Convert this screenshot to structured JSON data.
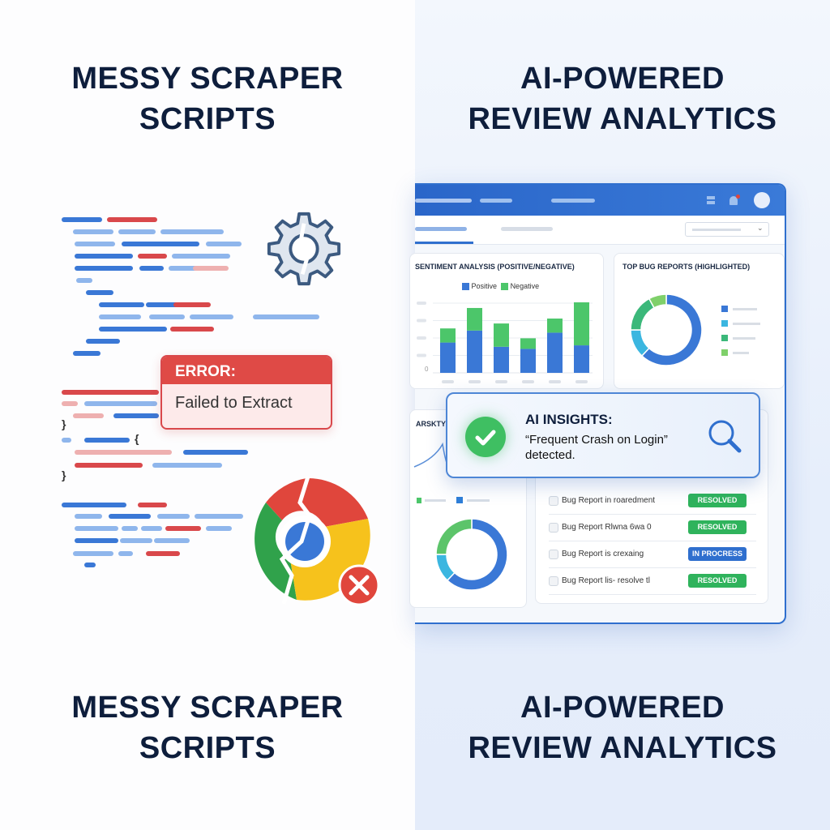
{
  "left": {
    "title_top": [
      "MESSY SCRAPER",
      "SCRIPTS"
    ],
    "title_bottom": [
      "MESSY SCRAPER",
      "SCRIPTS"
    ],
    "error": {
      "heading": "ERROR:",
      "message": "Failed to Extract"
    },
    "code_glyphs": [
      "}",
      "{",
      "}"
    ],
    "icons": [
      "gear-broken-icon",
      "broken-browser-icon",
      "error-x-icon"
    ]
  },
  "right": {
    "title_top": [
      "AI-POWERED",
      "REVIEW ANALYTICS"
    ],
    "title_bottom": [
      "AI-POWERED",
      "REVIEW ANALYTICS"
    ],
    "dashboard": {
      "sentiment": {
        "title": "SENTIMENT ANALYSIS (POSITIVE/NEGATIVE)",
        "legend": [
          "Positive",
          "Negative"
        ],
        "y_zero": "0",
        "positive": [
          43,
          60,
          37,
          34,
          57,
          39
        ],
        "negative": [
          20,
          32,
          33,
          15,
          20,
          61
        ]
      },
      "bugs": {
        "title": "TOP BUG REPORTS (HIGHLIGHTED)",
        "donut": [
          62,
          13,
          17,
          8
        ]
      },
      "partial_card_title": "ARSKTY",
      "bottom_donut": [
        62,
        13,
        25
      ],
      "list": [
        {
          "text": "Bug Report in roaredment",
          "status": "RESOLVED"
        },
        {
          "text": "Bug Report Rlwna 6wa 0",
          "status": "RESOLVED"
        },
        {
          "text": "Bug Report is crexaing",
          "status": "IN PROCRESS"
        },
        {
          "text": "Bug Report lis- resolve tl",
          "status": "RESOLVED"
        }
      ]
    },
    "insight": {
      "heading": "AI INSIGHTS:",
      "line1": "“Frequent Crash on Login”",
      "line2": "detected."
    }
  },
  "colors": {
    "blue": "#3a78d6",
    "green": "#4cc66a",
    "red": "#df4a46",
    "teal": "#3bb6e0",
    "navy": "#0e1e3c",
    "resolved": "#2fb35c",
    "in_progress": "#2f6fce"
  }
}
